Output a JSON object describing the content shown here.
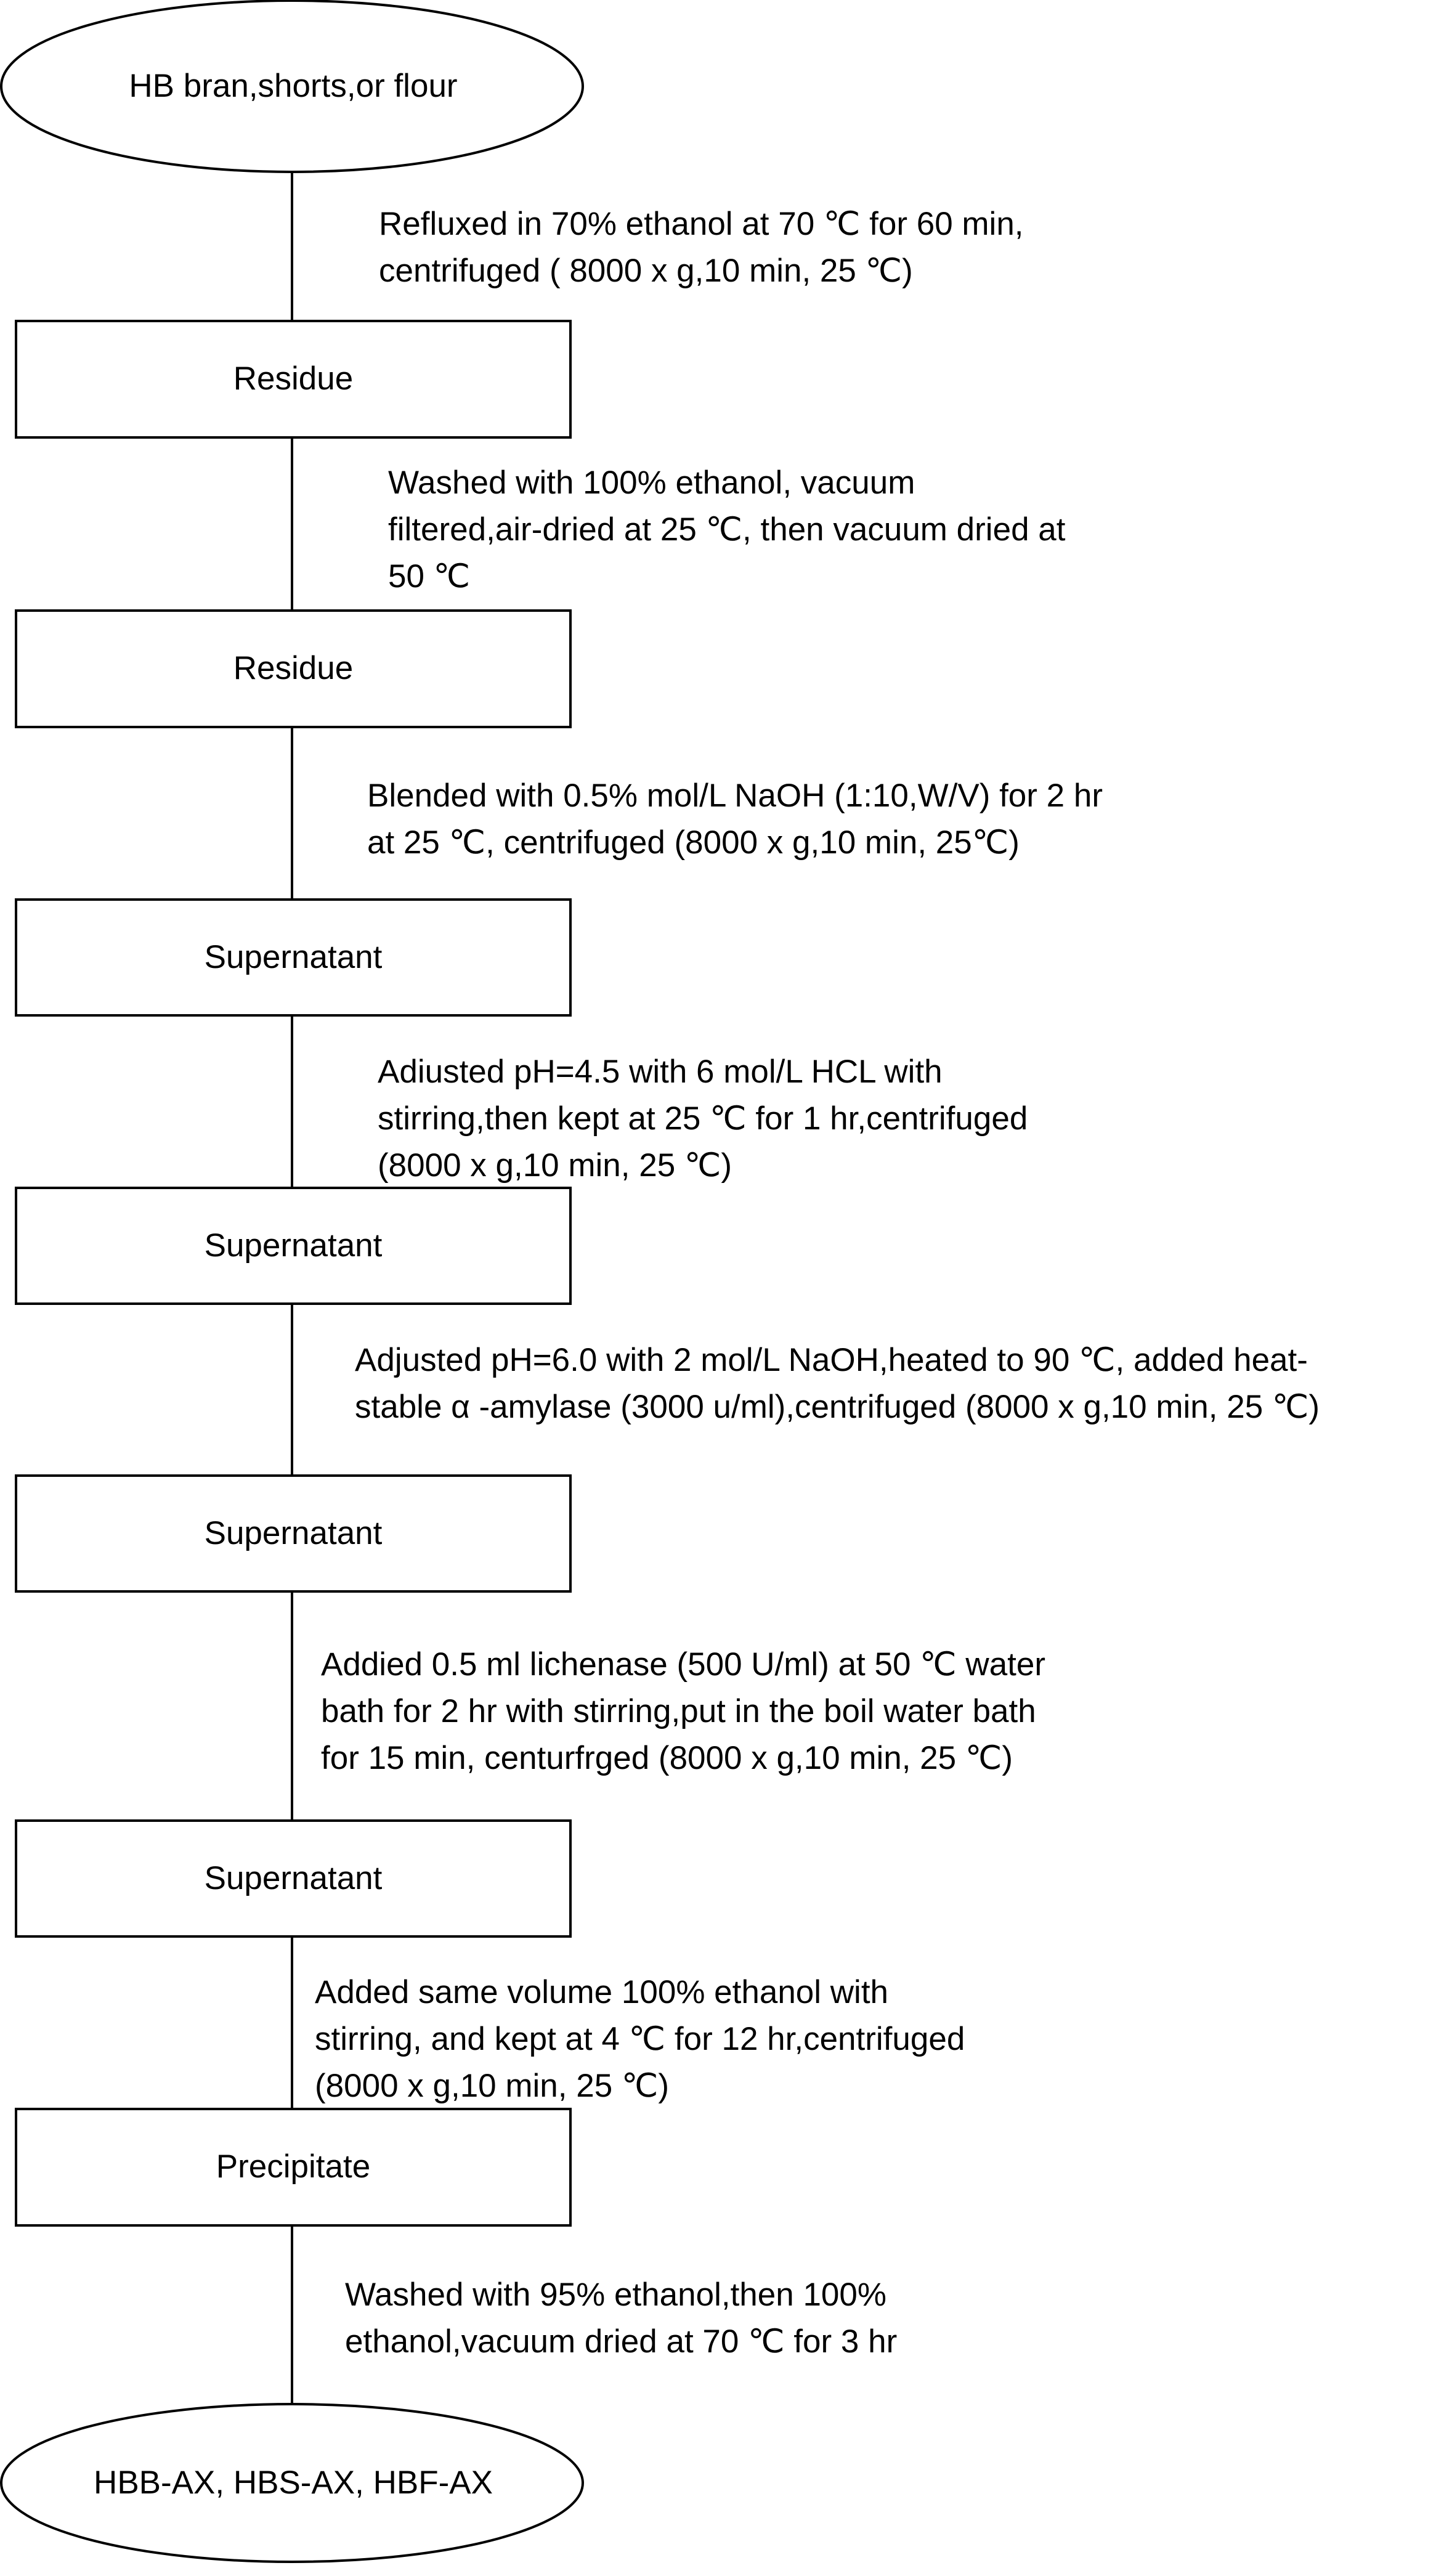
{
  "flowchart": {
    "start": "HB bran,shorts,or flour",
    "steps": [
      {
        "note": [
          "Refluxed in 70% ethanol at 70 ℃  for 60 min,",
          "centrifuged ( 8000 x g,10 min, 25 ℃)"
        ],
        "result": "Residue"
      },
      {
        "note": [
          "Washed with 100% ethanol, vacuum",
          "filtered,air-dried at 25 ℃, then vacuum dried at",
          "50 ℃"
        ],
        "result": "Residue"
      },
      {
        "note": [
          "Blended with 0.5% mol/L NaOH (1:10,W/V) for 2 hr",
          "at 25 ℃, centrifuged (8000 x g,10 min, 25℃)"
        ],
        "result": "Supernatant"
      },
      {
        "note": [
          "Adiusted pH=4.5 with 6 mol/L HCL with",
          "stirring,then kept at 25 ℃  for 1 hr,centrifuged",
          "(8000 x g,10 min, 25 ℃)"
        ],
        "result": "Supernatant"
      },
      {
        "note": [
          "Adjusted pH=6.0 with 2 mol/L NaOH,heated to 90  ℃, added heat-",
          "stable  α -amylase (3000 u/ml),centrifuged (8000 x g,10 min, 25 ℃)"
        ],
        "result": "Supernatant"
      },
      {
        "note": [
          "Addied 0.5 ml lichenase (500 U/ml) at 50 ℃ water",
          "bath for 2 hr with stirring,put in the boil water bath",
          "for 15 min, centurfrged (8000 x g,10 min, 25 ℃)"
        ],
        "result": "Supernatant"
      },
      {
        "note": [
          "Added same volume 100% ethanol with",
          "stirring, and kept at 4 ℃  for 12 hr,centrifuged",
          "(8000 x g,10 min, 25 ℃)"
        ],
        "result": "Precipitate"
      },
      {
        "note": [
          "Washed with 95% ethanol,then 100%",
          "ethanol,vacuum dried at 70 ℃  for 3 hr"
        ],
        "result": "HBB-AX, HBS-AX, HBF-AX"
      }
    ]
  }
}
